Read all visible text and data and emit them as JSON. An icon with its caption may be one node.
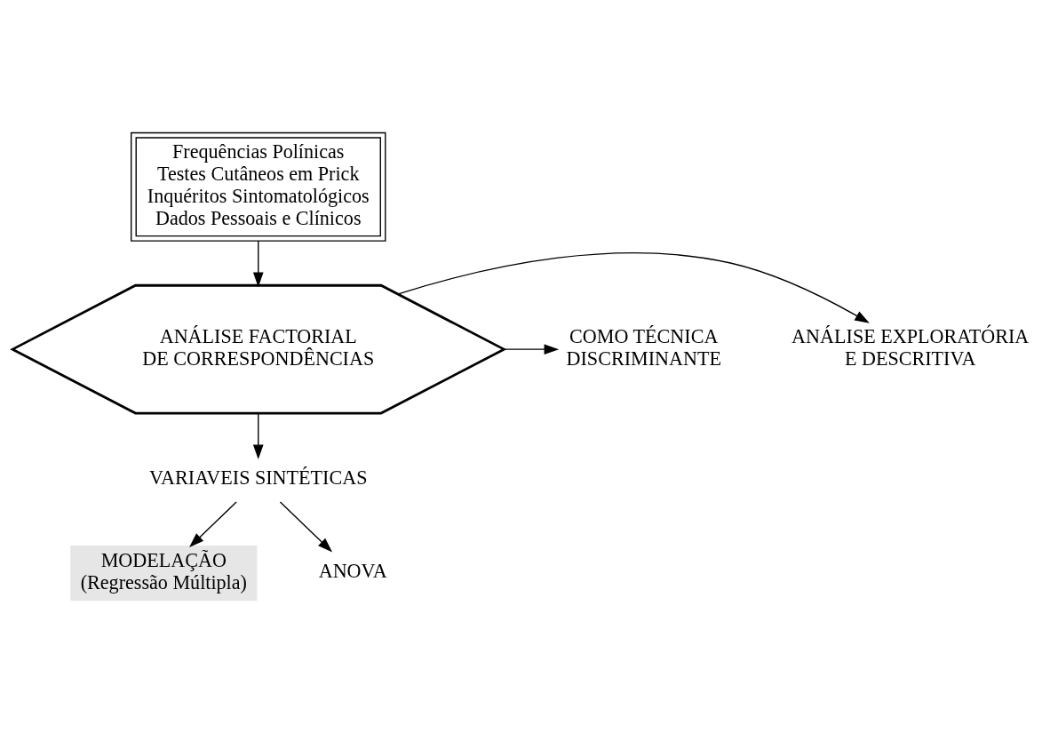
{
  "diagram": {
    "nodes": [
      {
        "text": [
          "Frequências Polínicas",
          "Testes Cutâneos em Prick",
          "Inquéritos Sintomatológicos",
          "Dados Pessoais e Clínicos"
        ]
      },
      {
        "text": [
          "ANÁLISE FACTORIAL DE CORRESPONDÊNCIAS"
        ]
      },
      {
        "text": [
          "ANÁLISE EXPLORATÓRIA E DESCRITIVA"
        ]
      },
      {
        "text": [
          "COMO TÉCNICA DISCRIMINANTE"
        ]
      },
      {
        "text": [
          "VARIAVEIS SINTÉTICAS"
        ]
      },
      {
        "text": [
          "MODELAÇÃO",
          "(Regressão Múltipla)"
        ]
      },
      {
        "text": [
          "ANOVA"
        ]
      }
    ],
    "edges": [
      {
        "from": 0,
        "to": 1,
        "arrow": "to"
      },
      {
        "from": 1,
        "to": 2,
        "arrow": "to"
      },
      {
        "from": 1,
        "to": 3,
        "arrow": "to"
      },
      {
        "from": 1,
        "to": 4,
        "arrow": "to"
      },
      {
        "from": 4,
        "to": 5,
        "arrow": "to"
      },
      {
        "from": 4,
        "to": 6,
        "arrow": "to"
      }
    ]
  }
}
